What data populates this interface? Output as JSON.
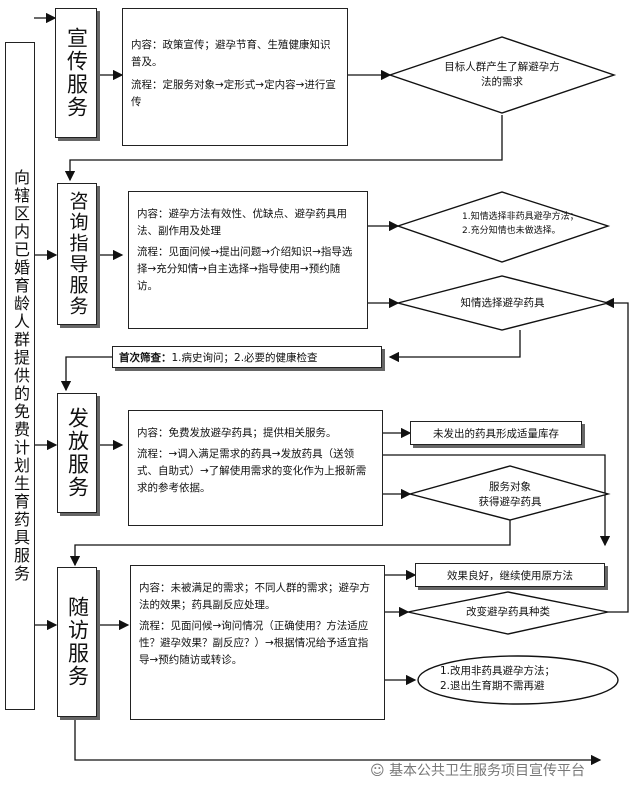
{
  "left_title": "向辖区内已婚育龄人群提供的免费计划生育药具服务",
  "services": [
    {
      "title": "宣传服务",
      "content_label": "内容：",
      "content": "政策宣传；避孕节育、生殖健康知识普及。",
      "process_label": "流程：",
      "process": "定服务对象→定形式→定内容→进行宣传"
    },
    {
      "title": "咨询指导服务",
      "content_label": "内容：",
      "content": "避孕方法有效性、优缺点、避孕药具用法、副作用及处理",
      "process_label": "流程：",
      "process": "见面问候→提出问题→介绍知识→指导选择→充分知情→自主选择→指导使用→预约随访。"
    },
    {
      "title": "发放服务",
      "content_label": "内容：",
      "content": "免费发放避孕药具；提供相关服务。",
      "process_label": "流程：",
      "process": "→调入满足需求的药具→发放药具（送领式、自助式）→了解使用需求的变化作为上报新需求的参考依据。"
    },
    {
      "title": "随访服务",
      "content_label": "内容：",
      "content": "未被满足的需求；不同人群的需求；避孕方法的效果；药具副反应处理。",
      "process_label": "流程：",
      "process": "见面问候→询问情况（正确使用？方法适应性？避孕效果？副反应？）→根据情况给予适宜指导→预约随访或转诊。"
    }
  ],
  "outcomes": {
    "d1": "目标人群产生了解避孕方法的需求",
    "d2_line1": "1.知情选择非药具避孕方法；",
    "d2_line2": "2.充分知情也未做选择。",
    "d3": "知情选择避孕药具",
    "screening_label": "首次筛查：",
    "screening_text": "1.病史询问；2.必要的健康检查",
    "stock": "未发出的药具形成适量库存",
    "d4_line1": "服务对象",
    "d4_line2": "获得避孕药具",
    "good": "效果良好，继续使用原方法",
    "d5": "改变避孕药具种类",
    "oval_line1": "1.改用非药具避孕方法；",
    "oval_line2": "2.退出生育期不需再避"
  },
  "watermark": "基本公共卫生服务项目宣传平台"
}
